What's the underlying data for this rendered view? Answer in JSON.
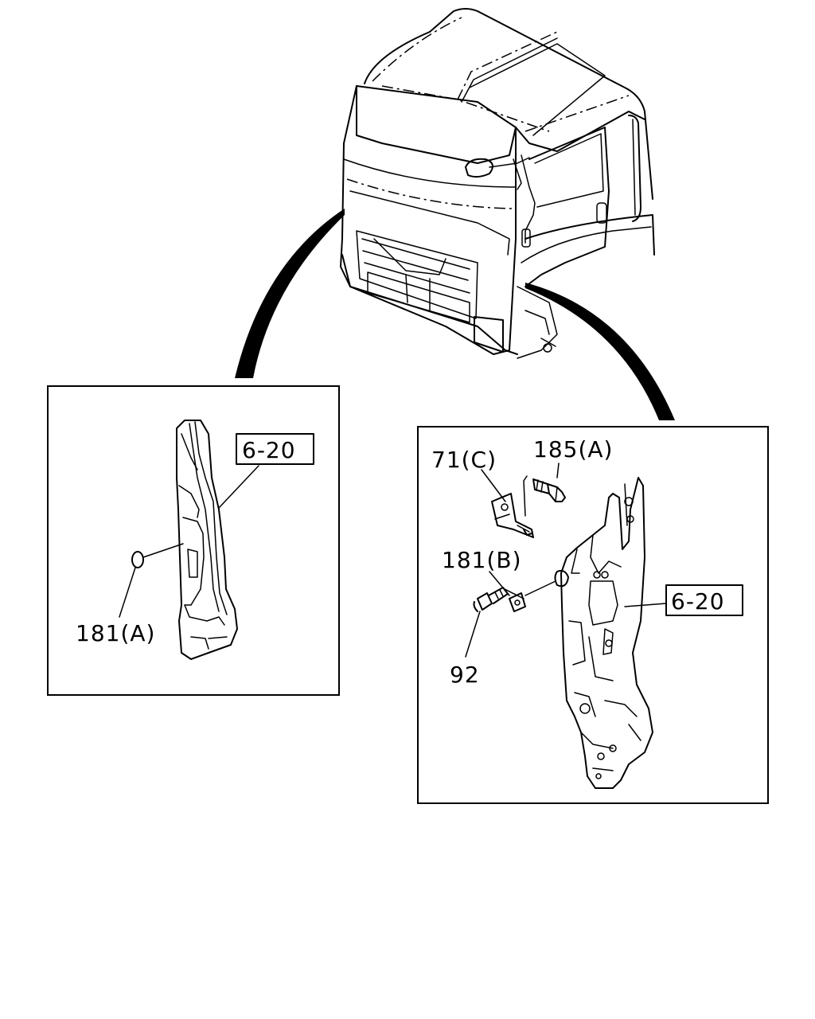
{
  "labels": {
    "left_ref": "6-20",
    "left_part": "181(A)",
    "right_ref": "6-20",
    "bracket": "71(C)",
    "bolt_top": "185(A)",
    "plug_b": "181(B)",
    "bolt_bottom": "92"
  },
  "colors": {
    "line": "#000000",
    "background": "#ffffff"
  }
}
